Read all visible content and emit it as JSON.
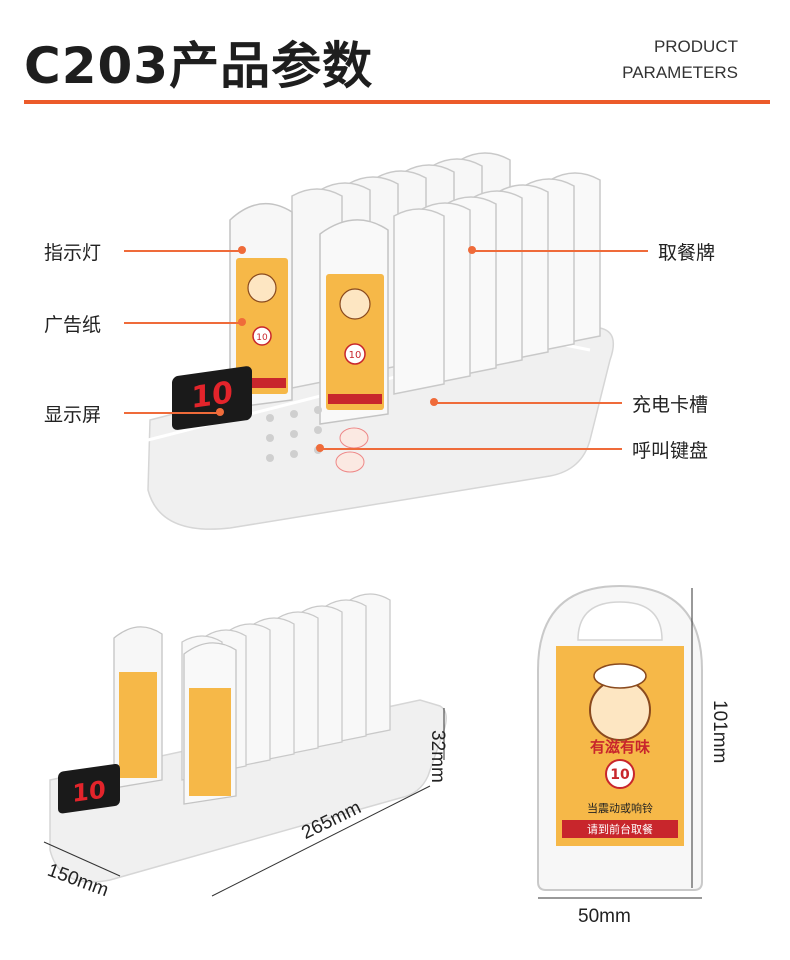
{
  "header": {
    "title": "C203产品参数",
    "subtitle_line1": "PRODUCT",
    "subtitle_line2": "PARAMETERS"
  },
  "callouts": {
    "indicator_light": "指示灯",
    "ad_paper": "广告纸",
    "display": "显示屏",
    "pickup_tag": "取餐牌",
    "charging_slot": "充电卡槽",
    "call_keypad": "呼叫键盘"
  },
  "pager_label": {
    "brand_line": "有滋有味",
    "number": "10",
    "line1": "当震动或响铃",
    "line2": "请到前台取餐"
  },
  "display_digits": "10",
  "dimensions": {
    "height": "32mm",
    "depth": "150mm",
    "length": "265mm",
    "pager_height": "101mm",
    "pager_width": "50mm"
  },
  "colors": {
    "accent": "#ec5b2a",
    "device_white": "#f4f4f4",
    "label_red": "#c8262c",
    "label_yellow": "#f5b73c"
  }
}
